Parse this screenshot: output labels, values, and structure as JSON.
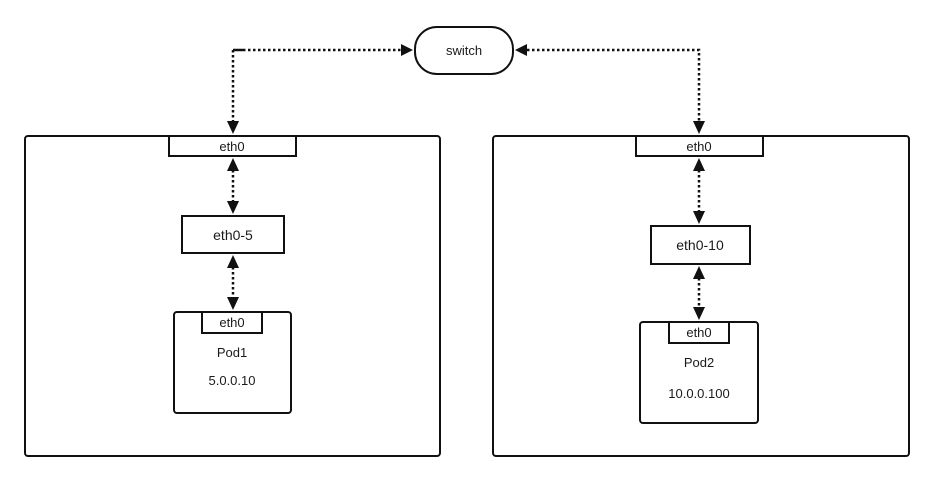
{
  "switch": {
    "label": "switch"
  },
  "hosts": [
    {
      "nic": "eth0",
      "veth": "eth0-5",
      "pod": {
        "nic": "eth0",
        "name": "Pod1",
        "ip": "5.0.0.10"
      }
    },
    {
      "nic": "eth0",
      "veth": "eth0-10",
      "pod": {
        "nic": "eth0",
        "name": "Pod2",
        "ip": "10.0.0.100"
      }
    }
  ],
  "colors": {
    "stroke": "#111111",
    "background": "#ffffff"
  }
}
